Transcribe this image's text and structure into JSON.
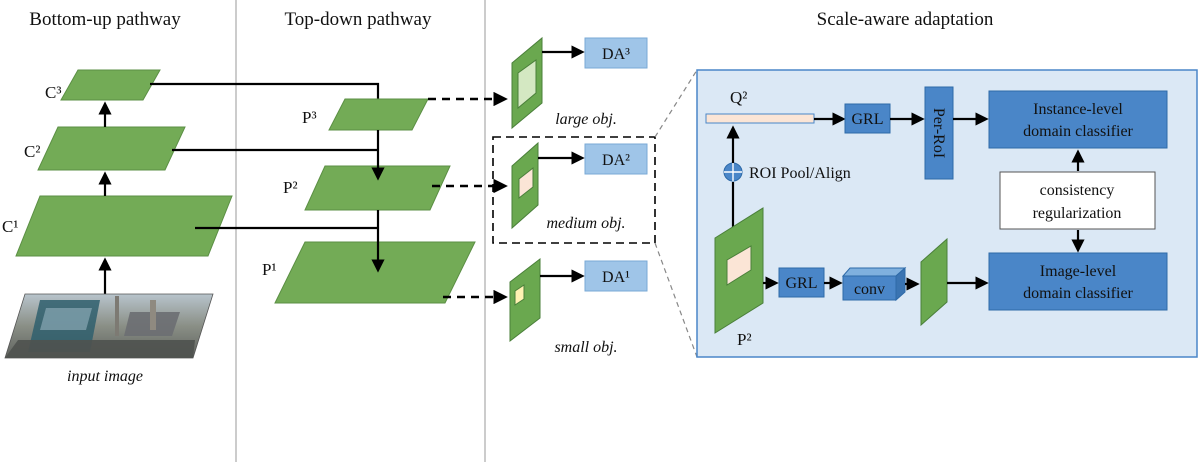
{
  "headers": {
    "bottom_up": "Bottom-up pathway",
    "top_down": "Top-down pathway",
    "scale_aware": "Scale-aware adaptation"
  },
  "bottom_up": {
    "c3": "C³",
    "c2": "C²",
    "c1": "C¹",
    "input_label": "input image"
  },
  "top_down": {
    "p3": "P³",
    "p2": "P²",
    "p1": "P¹"
  },
  "da": {
    "da3": "DA³",
    "da2": "DA²",
    "da1": "DA¹",
    "large": "large obj.",
    "medium": "medium obj.",
    "small": "small obj."
  },
  "detail": {
    "q2": "Q²",
    "grl_top": "GRL",
    "per_roi": "Per-RoI",
    "instance_line1": "Instance-level",
    "instance_line2": "domain classifier",
    "roi_pool": "ROI Pool/Align",
    "consistency_line1": "consistency",
    "consistency_line2": "regularization",
    "p2": "P²",
    "grl_bottom": "GRL",
    "conv": "conv",
    "image_line1": "Image-level",
    "image_line2": "domain classifier"
  },
  "colors": {
    "feature_green": "#6aa84f",
    "block_blue": "#4a86c8",
    "da_blue": "#9fc5e8",
    "panel_bg": "#dbe8f5",
    "roi_box": "#fbe5d6"
  }
}
